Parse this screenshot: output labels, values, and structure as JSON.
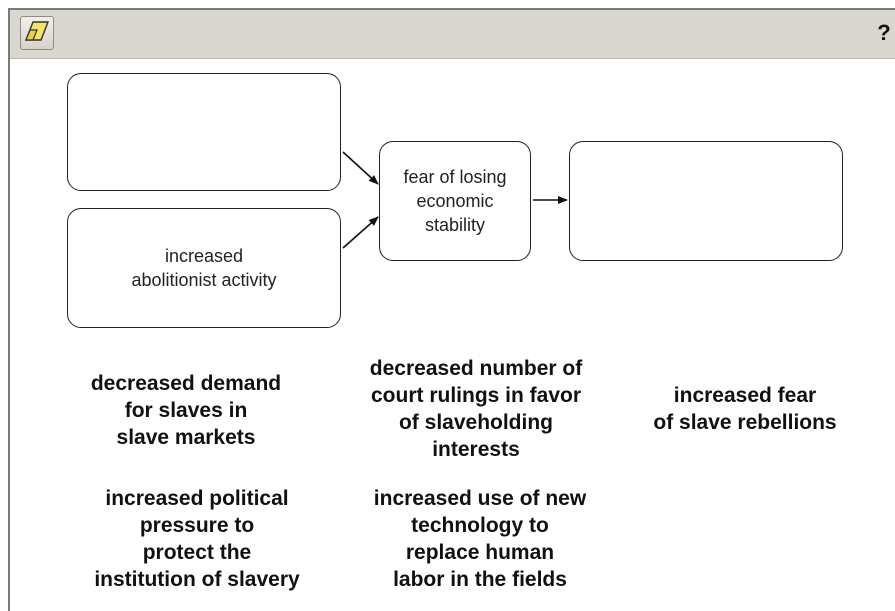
{
  "toolbar": {
    "eraser_icon": "eraser-icon",
    "help_label": "?"
  },
  "diagram": {
    "boxes": [
      {
        "id": "top-left",
        "text": ""
      },
      {
        "id": "bottom-left",
        "text": "increased\nabolitionist activity"
      },
      {
        "id": "center",
        "text": "fear of losing\neconomic\nstability"
      },
      {
        "id": "right",
        "text": ""
      }
    ]
  },
  "choices": [
    "decreased demand\nfor slaves in\nslave markets",
    "decreased number of\ncourt rulings in favor\nof slaveholding\ninterests",
    "increased fear\nof slave rebellions",
    "increased political\npressure to\nprotect the\ninstitution of slavery",
    "increased use of new\ntechnology to\nreplace human\nlabor in the fields"
  ]
}
